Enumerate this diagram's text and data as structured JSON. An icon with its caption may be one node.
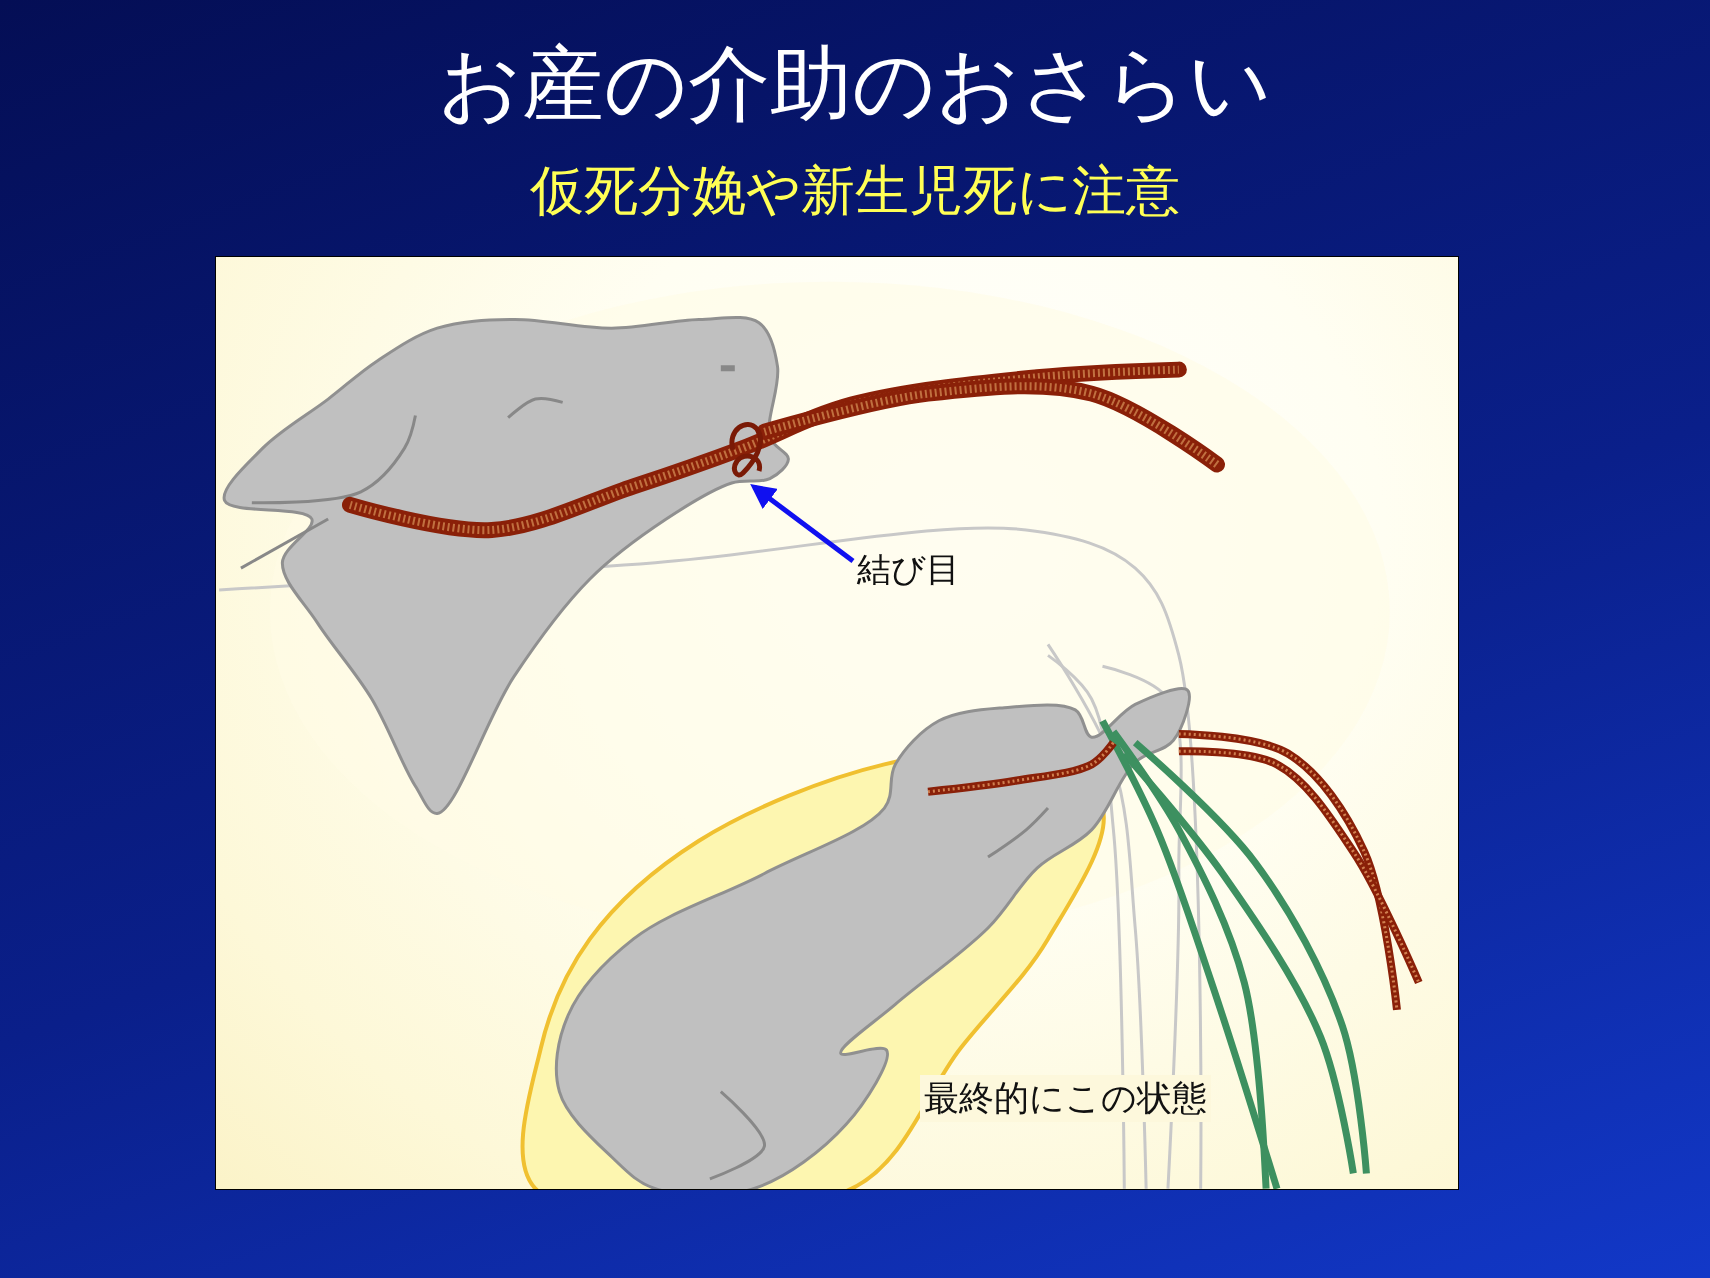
{
  "diagram": {
    "title": "お産の介助のおさらい",
    "nodes": [
      {
        "text": [
          "結び目"
        ]
      },
      {
        "text": [],
        "shape": "picture"
      }
    ],
    "edges": [
      {
        "from": 0,
        "to": 1,
        "arrow": "to",
        "color": "#1010f0"
      }
    ],
    "labels": [
      "仮死分娩や新生児死に注意",
      "最終的にこの状態"
    ]
  }
}
